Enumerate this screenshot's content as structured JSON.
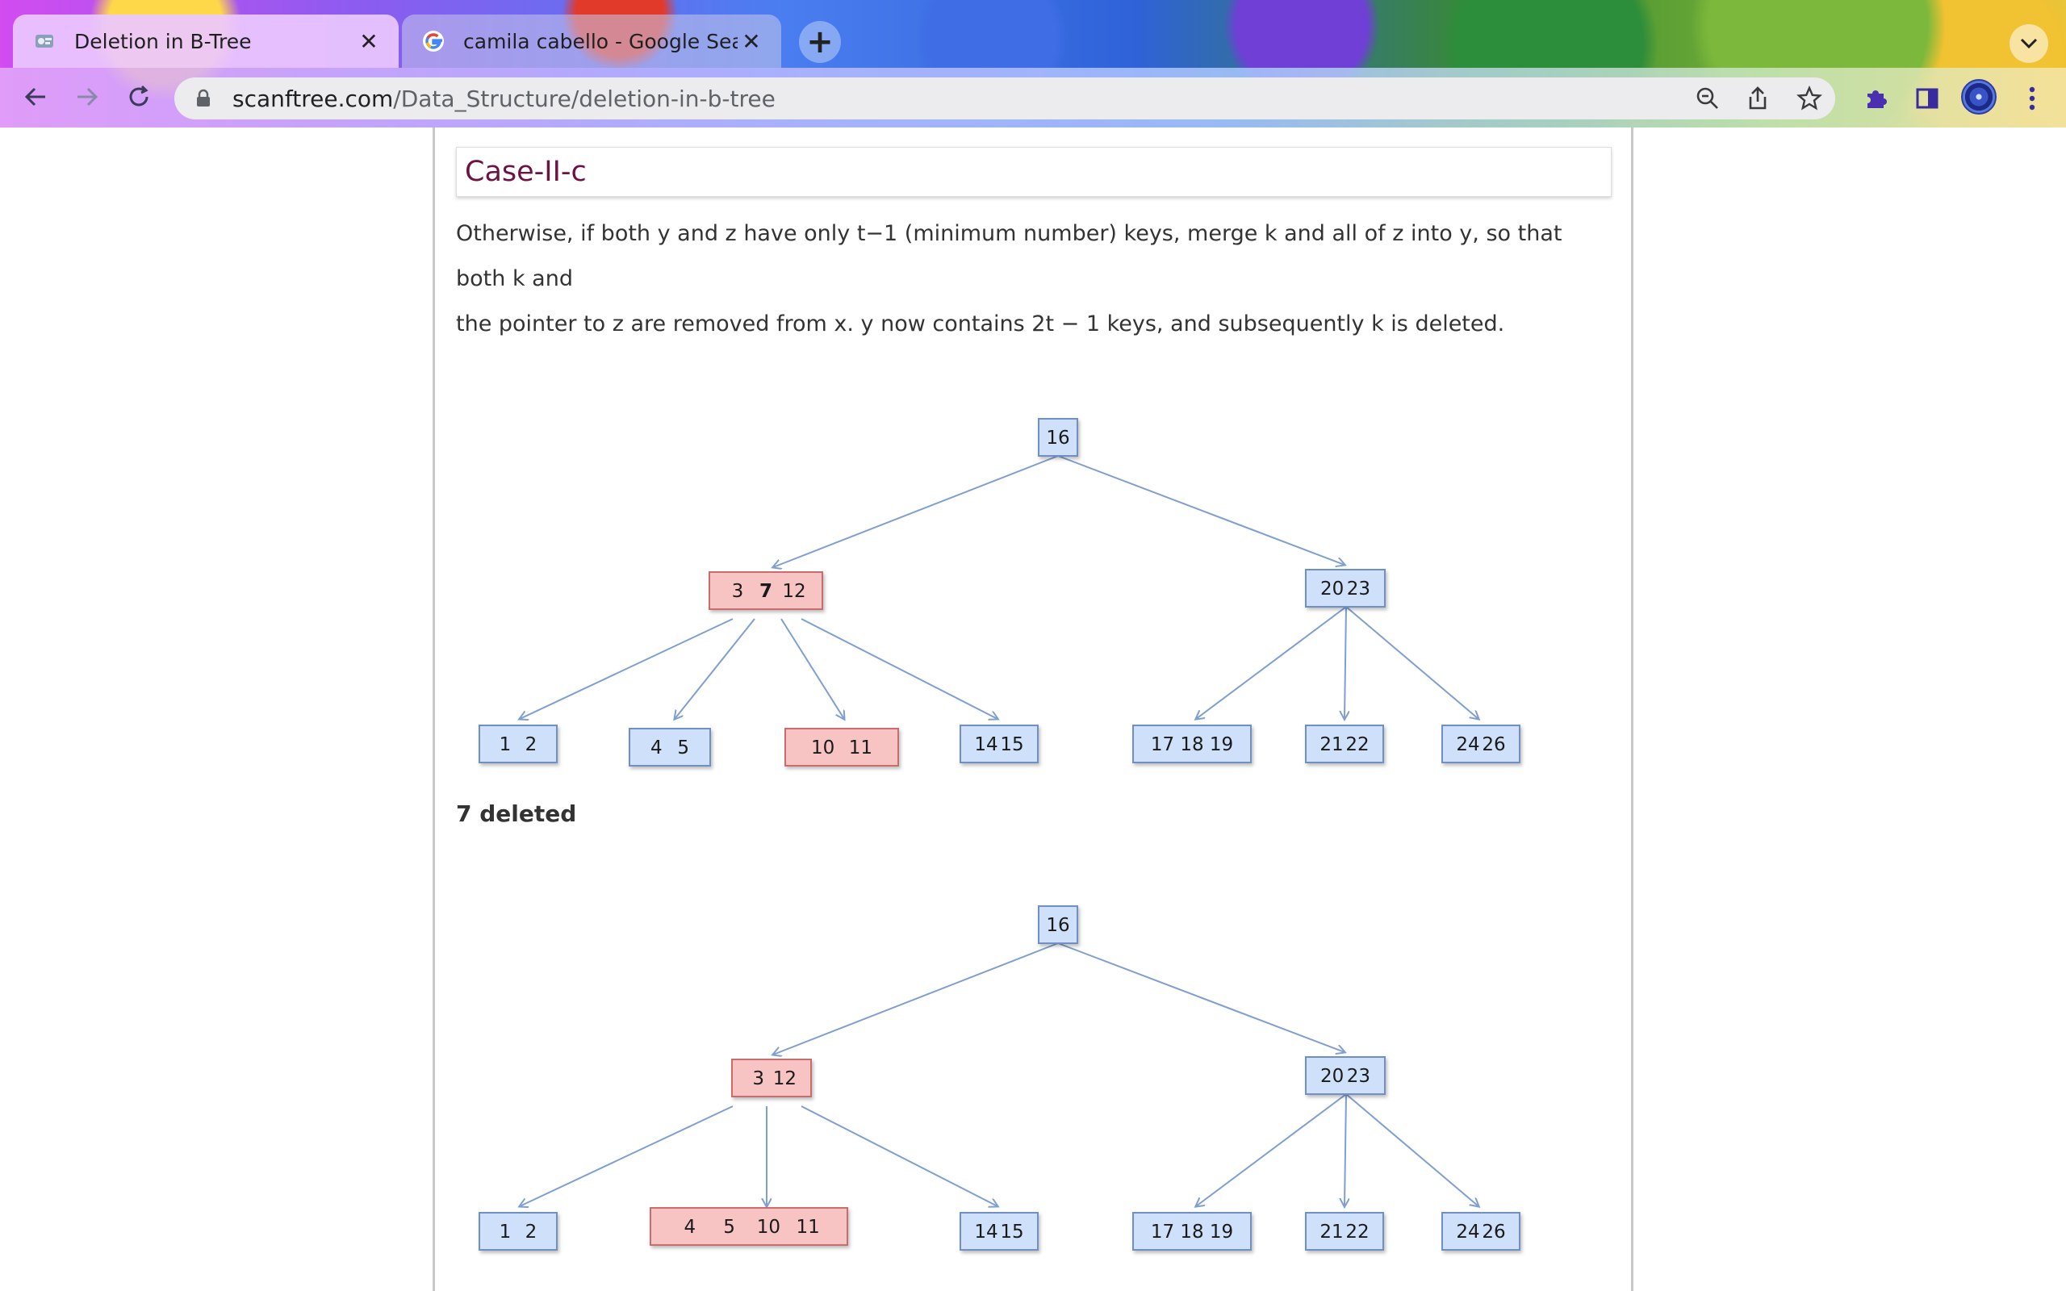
{
  "browser": {
    "tabs": [
      {
        "title": "Deletion in B-Tree",
        "active": true,
        "favicon": "scanftree-favicon"
      },
      {
        "title": "camila cabello - Google Search",
        "active": false,
        "favicon": "google-g-icon"
      }
    ],
    "url_domain": "scanftree.com",
    "url_path": "/Data_Structure/deletion-in-b-tree"
  },
  "page": {
    "heading": "Case-II-c",
    "paragraph_line1": "Otherwise, if both y and z have only t−1 (minimum number) keys, merge k and all of z into y, so that both k and",
    "paragraph_line2": "the pointer to z are removed from x. y now contains 2t − 1 keys, and subsequently k is deleted.",
    "deleted_label": "7 deleted"
  },
  "trees": {
    "before": {
      "root": "16",
      "left": {
        "keys": [
          "3",
          "7",
          "12"
        ],
        "emphasis": "7",
        "highlight": true
      },
      "right": {
        "keys": [
          "20",
          "23"
        ]
      },
      "leaves": [
        {
          "keys": [
            "1",
            "2"
          ]
        },
        {
          "keys": [
            "4",
            "5"
          ]
        },
        {
          "keys": [
            "10",
            "11"
          ],
          "highlight": true
        },
        {
          "keys": [
            "14",
            "15"
          ]
        },
        {
          "keys": [
            "17",
            "18",
            "19"
          ]
        },
        {
          "keys": [
            "21",
            "22"
          ]
        },
        {
          "keys": [
            "24",
            "26"
          ]
        }
      ]
    },
    "after": {
      "root": "16",
      "left": {
        "keys": [
          "3",
          "12"
        ],
        "highlight": true
      },
      "right": {
        "keys": [
          "20",
          "23"
        ]
      },
      "leaves": [
        {
          "keys": [
            "1",
            "2"
          ]
        },
        {
          "keys": [
            "4",
            "5",
            "10",
            "11"
          ],
          "highlight": true
        },
        {
          "keys": [
            "14",
            "15"
          ]
        },
        {
          "keys": [
            "17",
            "18",
            "19"
          ]
        },
        {
          "keys": [
            "21",
            "22"
          ]
        },
        {
          "keys": [
            "24",
            "26"
          ]
        }
      ]
    }
  },
  "colors": {
    "node_blue_fill": "#cfe0fb",
    "node_blue_stroke": "#6f8fc4",
    "node_red_fill": "#f7c3c3",
    "node_red_stroke": "#c86c6c",
    "edge": "#7f9fd0",
    "heading": "#6b1444"
  }
}
